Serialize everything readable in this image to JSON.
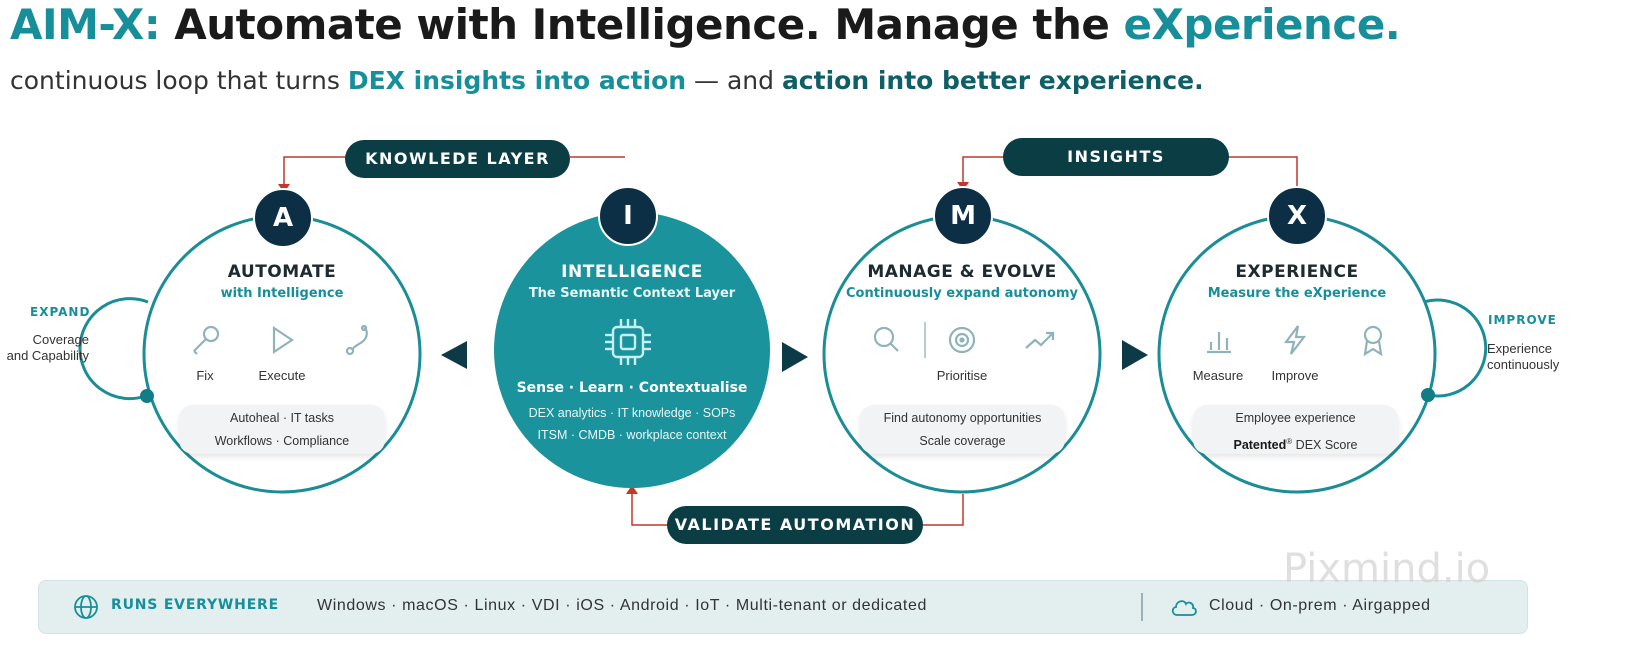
{
  "header": {
    "title_brand": "AIM-X:",
    "title_mid": "Automate with Intelligence.  Manage the",
    "title_accent": "eXperience.",
    "subtitle_pre": "continuous loop that turns",
    "subtitle_hl1": "DEX insights into action",
    "subtitle_mid": "— and",
    "subtitle_hl2": "action into better experience."
  },
  "labels": {
    "knowledge_layer": "KNOWLEDE LAYER",
    "insights": "INSIGHTS",
    "validate_automation": "VALIDATE AUTOMATION"
  },
  "automate": {
    "letter": "A",
    "title": "AUTOMATE",
    "subtitle": "with Intelligence",
    "icons": [
      {
        "name": "wrench-icon",
        "label": ""
      },
      {
        "name": "play-icon",
        "label": ""
      },
      {
        "name": "stethoscope-icon",
        "label": ""
      }
    ],
    "labels": [
      "Fix",
      "Execute"
    ],
    "box_line1": "Autoheal · IT tasks",
    "box_line2": "Workflows · Compliance"
  },
  "intelligence": {
    "letter": "I",
    "title": "INTELLIGENCE",
    "subtitle": "The Semantic Context Layer",
    "icon": "chip-icon",
    "steps": "Sense  ·  Learn  ·  Contextualise",
    "line1": "DEX analytics · IT knowledge · SOPs",
    "line2": "ITSM · CMDB · workplace context"
  },
  "manage": {
    "letter": "M",
    "title": "MANAGE & EVOLVE",
    "subtitle": "Continuously expand autonomy",
    "icons": [
      "search-icon",
      "target-icon",
      "trend-up-icon"
    ],
    "label": "Prioritise",
    "box_line1": "Find autonomy opportunities",
    "box_line2": "Scale coverage"
  },
  "experience": {
    "letter": "X",
    "title": "EXPERIENCE",
    "subtitle": "Measure the eXperience",
    "icons": [
      "bar-chart-icon",
      "lightning-icon",
      "award-icon"
    ],
    "labels": [
      "Measure",
      "Improve"
    ],
    "box_bold": "Patented",
    "box_line1": "Employee experience",
    "box_line2_rest": "DEX Score",
    "box_sup": "®"
  },
  "side_left": {
    "heading": "EXPAND",
    "line1": "Coverage",
    "line2": "and Capability"
  },
  "side_right": {
    "heading": "IMPROVE",
    "line1": "Experience",
    "line2": "continuously"
  },
  "footer": {
    "runs_label": "RUNS EVERYWHERE",
    "platforms": "Windows  ·  macOS  ·  Linux  ·  VDI  ·  iOS  ·  Android  ·  IoT  ·  Multi-tenant or dedicated",
    "deploy": "Cloud  ·  On-prem  ·  Airgapped"
  },
  "watermark": "Pixmind.io",
  "colors": {
    "teal": "#168f9a",
    "dark_teal": "#0b3e44",
    "navy": "#0c2f45",
    "red_connector": "#c0392b",
    "center_fill": "#1a939d"
  }
}
